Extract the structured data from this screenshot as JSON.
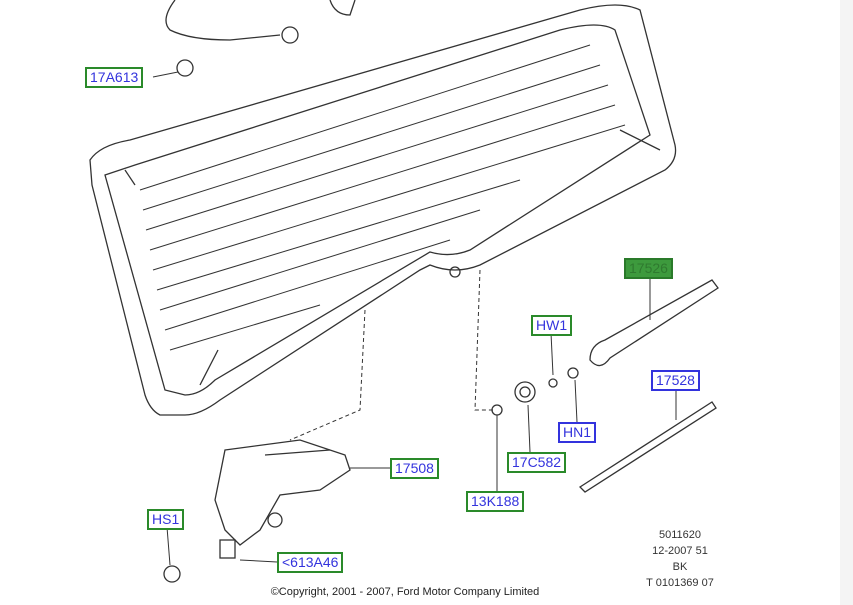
{
  "callouts": {
    "c17A613": "17A613",
    "c17526": "17526",
    "cHW1": "HW1",
    "c17528": "17528",
    "cHN1": "HN1",
    "c17508": "17508",
    "c17C582": "17C582",
    "c13K188": "13K188",
    "cHS1": "HS1",
    "c613A46": "<613A46"
  },
  "copyright": "©Copyright, 2001 - 2007, Ford Motor Company Limited",
  "code": [
    "5011620",
    "12-2007 51",
    "BK",
    "T 0101369 07"
  ],
  "colors": {
    "label_text": "#3333dd",
    "label_border_green": "#2a8a2a",
    "label_border_blue": "#3333dd",
    "highlight": "#3d9a3d"
  }
}
